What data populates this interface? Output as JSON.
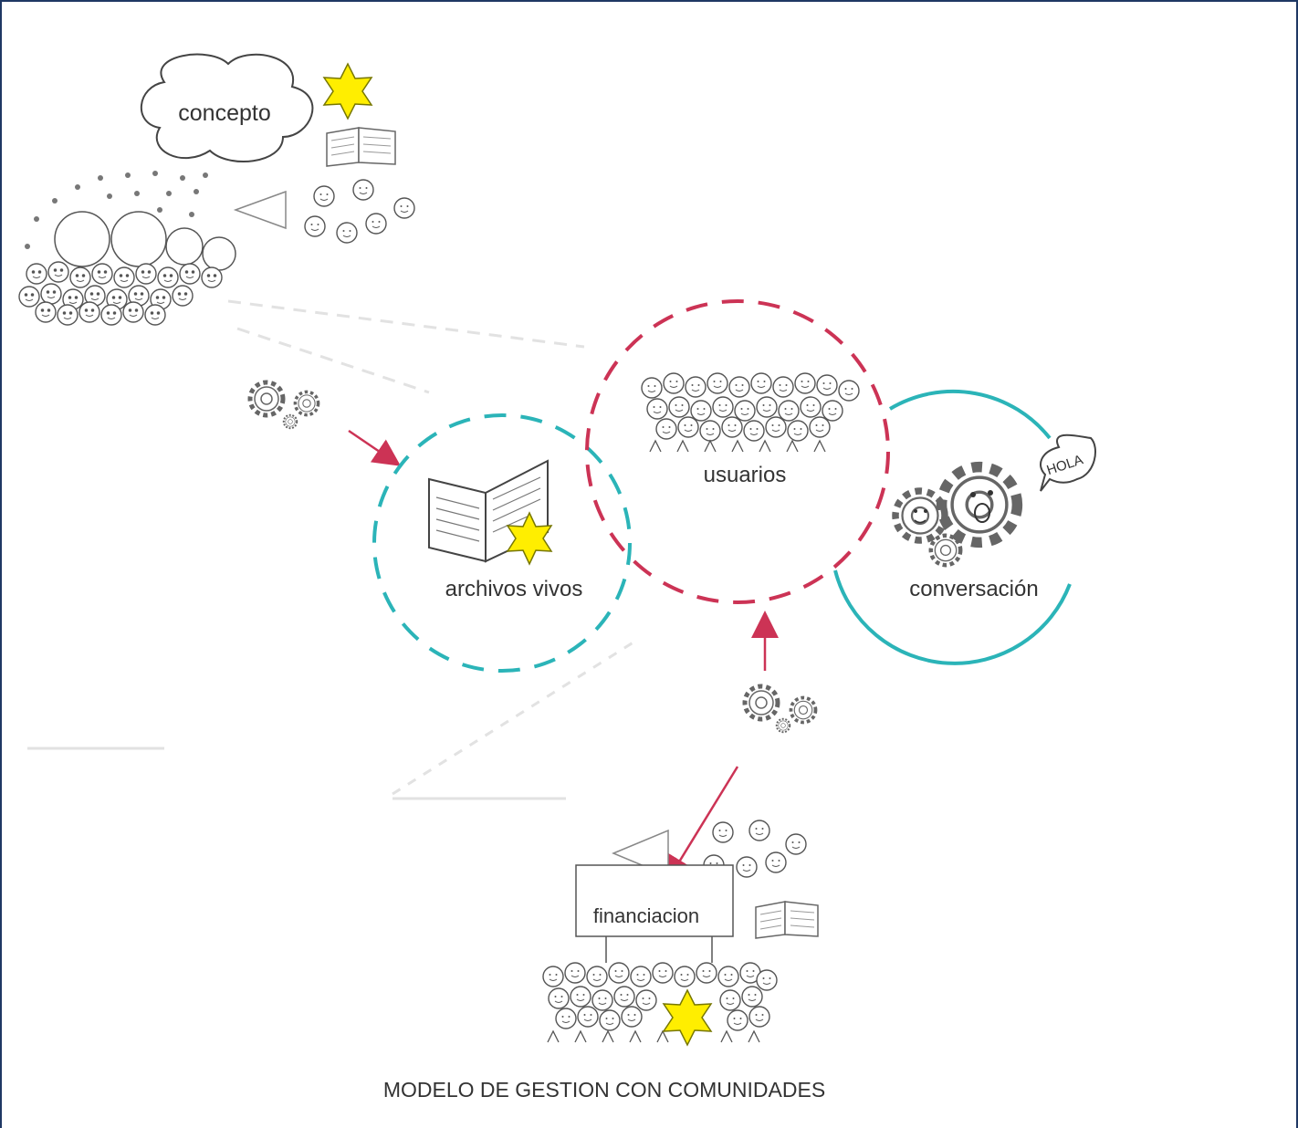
{
  "diagram": {
    "labels": {
      "concepto": "concepto",
      "usuarios": "usuarios",
      "archivos": "archivos vivos",
      "conversacion": "conversación",
      "hola": "HOLA",
      "financiacion": "financiacion"
    },
    "caption": "MODELO DE GESTION CON COMUNIDADES",
    "colors": {
      "pink": "#cc3355",
      "teal": "#2bb4b8",
      "star": "#ffee00",
      "star_outline": "#777700",
      "sketch": "#555555",
      "faint": "#dddddd",
      "frame": "#1f3864"
    }
  }
}
